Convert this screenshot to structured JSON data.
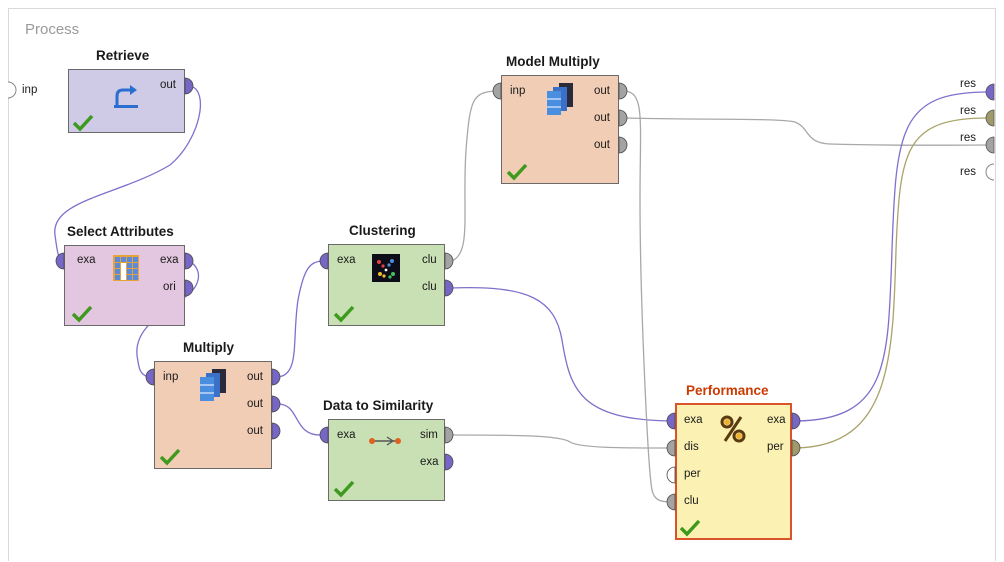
{
  "process": {
    "title": "Process"
  },
  "operators": {
    "retrieve": {
      "title": "Retrieve",
      "out": "out"
    },
    "select_attributes": {
      "title": "Select Attributes",
      "exa_in": "exa",
      "exa_out": "exa",
      "ori": "ori"
    },
    "multiply": {
      "title": "Multiply",
      "inp": "inp",
      "out1": "out",
      "out2": "out",
      "out3": "out"
    },
    "clustering": {
      "title": "Clustering",
      "exa": "exa",
      "clu1": "clu",
      "clu2": "clu"
    },
    "model_multiply": {
      "title": "Model Multiply",
      "inp": "inp",
      "out1": "out",
      "out2": "out",
      "out3": "out"
    },
    "data_to_similarity": {
      "title": "Data to Similarity",
      "exa_in": "exa",
      "sim": "sim",
      "exa_out": "exa"
    },
    "performance": {
      "title": "Performance",
      "exa_in": "exa",
      "dis": "dis",
      "per_in": "per",
      "clu": "clu",
      "exa_out": "exa",
      "per_out": "per"
    }
  },
  "process_ports": {
    "inp": "inp",
    "res1": "res",
    "res2": "res",
    "res3": "res",
    "res4": "res"
  },
  "colors": {
    "retrieve_fill": "#cfcbe6",
    "select_fill": "#e3c6e0",
    "multiply_fill": "#f2cdb5",
    "clustering_fill": "#c8e0b4",
    "performance_fill": "#fbf1b2",
    "port_example": "#7766c6",
    "port_cluster": "#a3a3a3",
    "port_perf": "#a09a6a",
    "wire_example": "#8070cc",
    "wire_gray": "#a8a8a8",
    "wire_perf": "#aaa46a",
    "check_green": "#3e9a1e"
  }
}
